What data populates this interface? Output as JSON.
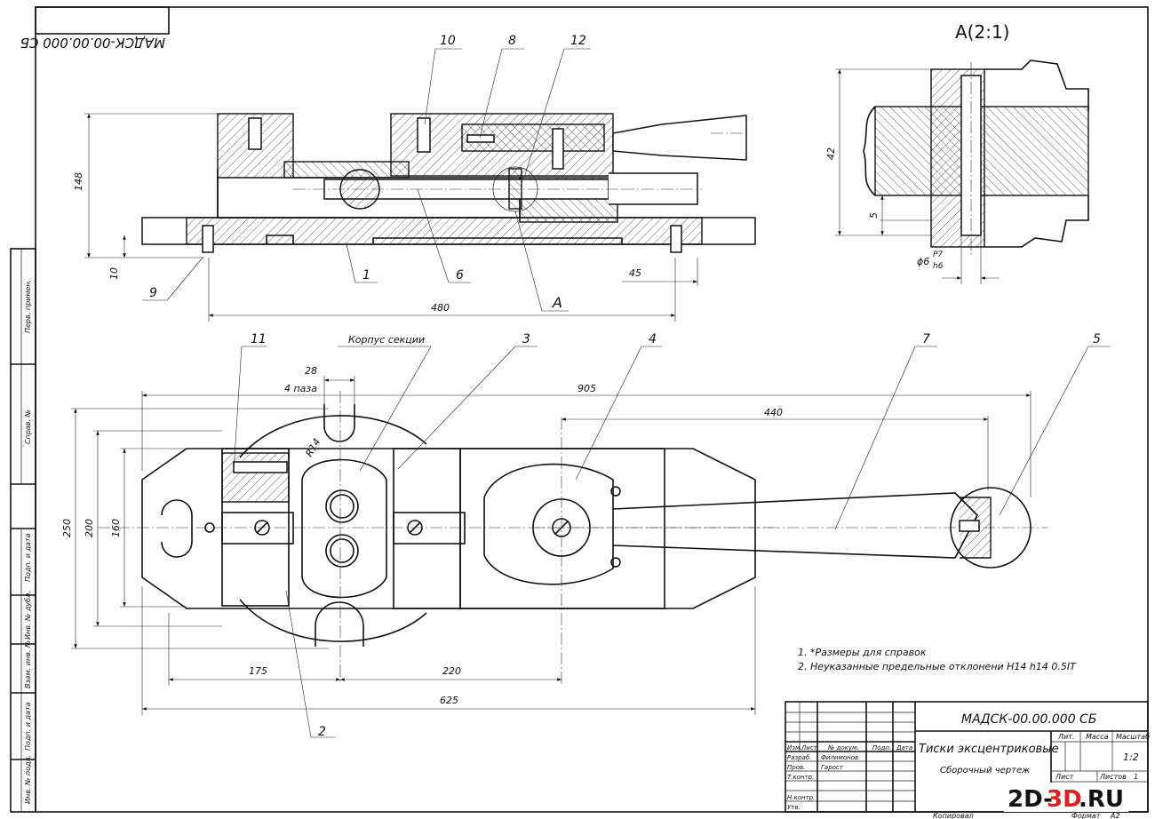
{
  "stamp_top": "МАДСК-00.00.000 СБ",
  "section_label": "A(2:1)",
  "section_dims": {
    "height": "42",
    "small": "5",
    "fit_dia": "ϕ6",
    "fit_top": "P7",
    "fit_bottom": "h6"
  },
  "front_dims": {
    "height": "148",
    "base": "10",
    "length": "480",
    "offset": "45"
  },
  "callouts": {
    "c1": "1",
    "c2": "2",
    "c3": "3",
    "c4": "4",
    "c5": "5",
    "c6": "6",
    "c7": "7",
    "c8": "8",
    "c9": "9",
    "c10": "10",
    "c11": "11",
    "c12": "12",
    "cA": "A"
  },
  "plan_dims": {
    "slot_width": "28",
    "slots": "4 паза",
    "overall": "905",
    "handle": "440",
    "radius": "R14",
    "w250": "250",
    "w200": "200",
    "w160": "160",
    "d175": "175",
    "d220": "220",
    "d625": "625"
  },
  "section_note": "Корпус секции",
  "notes": [
    "1.   *Размеры для справок",
    "2.   Неуказанные предельные отклонени H14 h14  0.5IT"
  ],
  "title_block": {
    "designation": "МАДСК-00.00.000 СБ",
    "name": "Тиски эксцентриковые",
    "doc_type": "Сборочный чертеж",
    "col_lit": "Лит.",
    "col_mass": "Масса",
    "col_scale": "Масштаб",
    "scale": "1:2",
    "sheet": "Лист",
    "sheets": "Листов",
    "sheets_count": "1",
    "rows": {
      "izm": "Изм.",
      "list": "Лист",
      "ndoc": "№ докум.",
      "podp": "Подп.",
      "data": "Дата",
      "razrab": "Разраб.",
      "razrab_name": "Филимонов",
      "prov": "Пров.",
      "prov_name": "Гарост",
      "tkontr": "Т.контр.",
      "nkontr": "Н.контр.",
      "utv": "Утв."
    },
    "copied": "Копировал",
    "format_label": "Формат",
    "format": "A2"
  },
  "side_labels": [
    "Перв. примен.",
    "Справ. №",
    "Подп. и дата",
    "Инв. № дубл.",
    "Взам. инв. №",
    "Подп. и дата",
    "Инв. № подл."
  ],
  "watermark": {
    "part1": "2D-",
    "part2": "3D",
    "part3": ".RU"
  }
}
